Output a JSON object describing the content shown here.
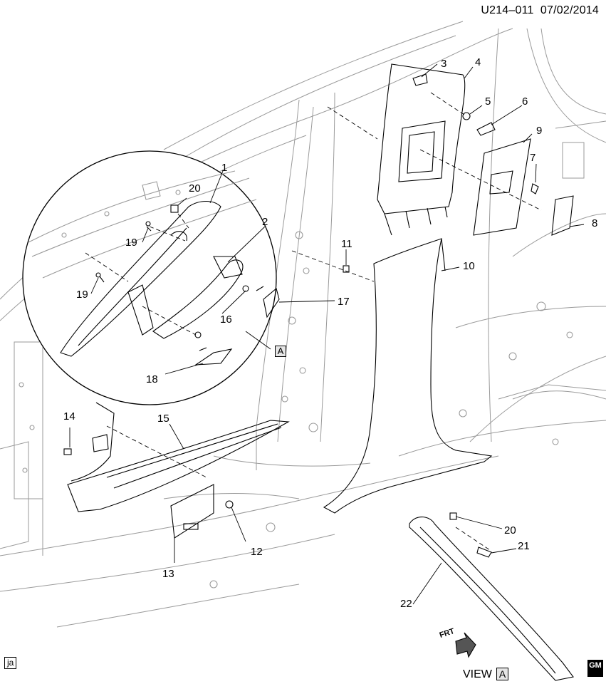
{
  "header": {
    "diagram_id": "U214–011",
    "date": "07/02/2014"
  },
  "callouts": [
    "1",
    "2",
    "3",
    "4",
    "5",
    "6",
    "7",
    "8",
    "9",
    "10",
    "11",
    "12",
    "13",
    "14",
    "15",
    "16",
    "17",
    "18",
    "19",
    "19",
    "20",
    "20",
    "21",
    "22"
  ],
  "view_box_letter": "A",
  "view_label": "VIEW",
  "frt_label": "FRT",
  "artist_tag": "ja",
  "logo_text": "GM"
}
